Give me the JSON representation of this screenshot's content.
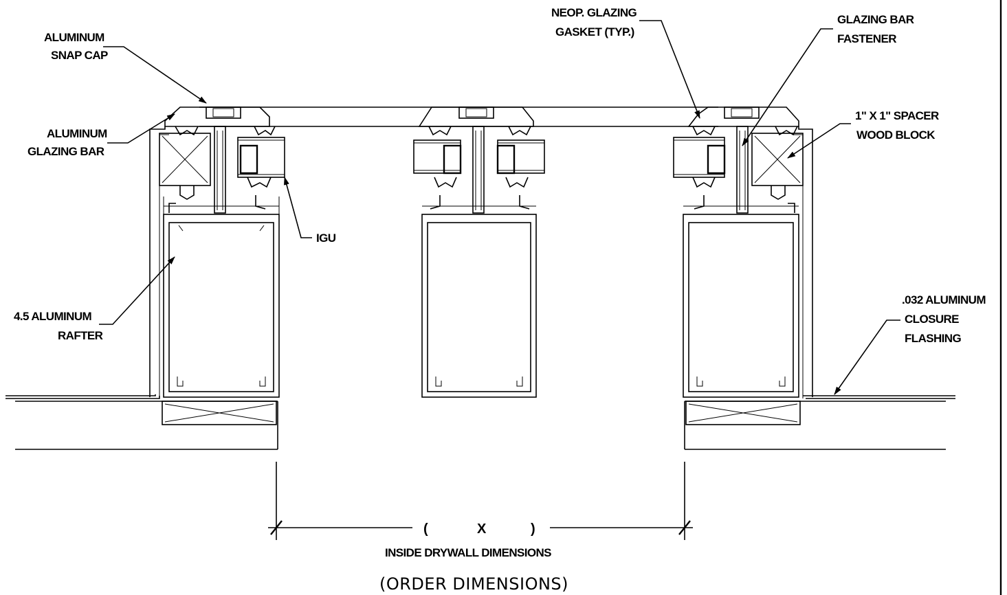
{
  "labels": {
    "snap_cap_1": "ALUMINUM",
    "snap_cap_2": "SNAP CAP",
    "glazing_bar_1": "ALUMINUM",
    "glazing_bar_2": "GLAZING BAR",
    "gasket_1": "NEOP. GLAZING",
    "gasket_2": "GASKET (TYP.)",
    "fastener_1": "GLAZING BAR",
    "fastener_2": "FASTENER",
    "spacer_1": "1\" X 1\" SPACER",
    "spacer_2": "WOOD BLOCK",
    "igu": "IGU",
    "rafter_1": "4.5 ALUMINUM",
    "rafter_2": "RAFTER",
    "flashing_1": ".032 ALUMINUM",
    "flashing_2": "CLOSURE",
    "flashing_3": "FLASHING"
  },
  "dimension": {
    "open_paren": "(",
    "x_mark": "X",
    "close_paren": ")",
    "caption": "INSIDE DRYWALL DIMENSIONS",
    "subcaption": "(ORDER DIMENSIONS)"
  }
}
